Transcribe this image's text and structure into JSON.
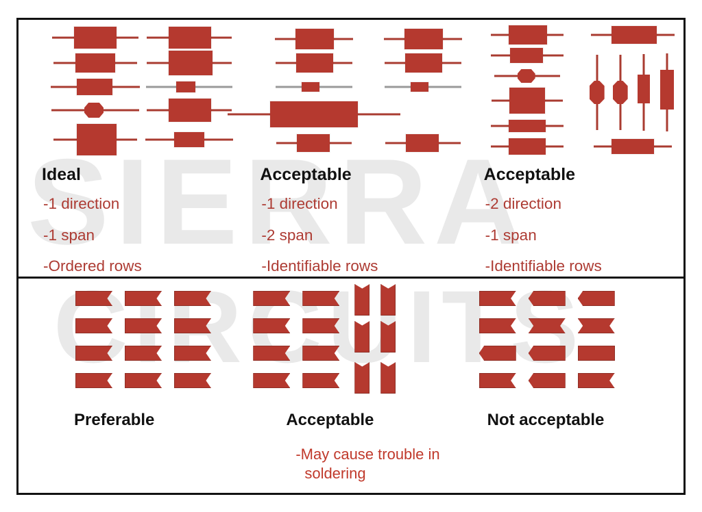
{
  "watermark": {
    "line1": "SIERRA",
    "line2": "CIRCUITS"
  },
  "top_panels": [
    {
      "heading": "Ideal",
      "bullets": [
        "-1 direction",
        "-1 span",
        "-Ordered rows"
      ],
      "columns": [
        {
          "parts": [
            {
              "type": "axial",
              "shape": "rect",
              "body_w": 62,
              "body_h": 32,
              "lead_l": 32,
              "lead_r": 32,
              "lead_color": "#a93b30"
            },
            {
              "type": "axial",
              "shape": "rect",
              "body_w": 58,
              "body_h": 28,
              "lead_l": 32,
              "lead_r": 32,
              "lead_color": "#a93b30"
            },
            {
              "type": "axial",
              "shape": "rect",
              "body_w": 52,
              "body_h": 24,
              "lead_l": 38,
              "lead_r": 40,
              "lead_color": "#a93b30"
            },
            {
              "type": "axial",
              "shape": "oct",
              "body_w": 28,
              "body_h": 22,
              "lead_l": 48,
              "lead_r": 52,
              "lead_color": "#a93b30"
            },
            {
              "type": "axial",
              "shape": "rect",
              "body_w": 58,
              "body_h": 46,
              "lead_l": 34,
              "lead_r": 30,
              "lead_color": "#a93b30"
            }
          ]
        },
        {
          "parts": [
            {
              "type": "axial",
              "shape": "rect",
              "body_w": 62,
              "body_h": 32,
              "lead_l": 32,
              "lead_r": 30,
              "lead_color": "#a93b30"
            },
            {
              "type": "axial",
              "shape": "rect",
              "body_w": 64,
              "body_h": 36,
              "lead_l": 32,
              "lead_r": 28,
              "lead_color": "#a93b30"
            },
            {
              "type": "axial",
              "shape": "rect",
              "body_w": 28,
              "body_h": 16,
              "lead_l": 44,
              "lead_r": 54,
              "lead_color": "#9a9a9a"
            },
            {
              "type": "axial",
              "shape": "rect",
              "body_w": 62,
              "body_h": 34,
              "lead_l": 32,
              "lead_r": 30,
              "lead_color": "#a93b30"
            },
            {
              "type": "axial",
              "shape": "rect",
              "body_w": 44,
              "body_h": 22,
              "lead_l": 42,
              "lead_r": 42,
              "lead_color": "#a93b30"
            }
          ]
        }
      ]
    },
    {
      "heading": "Acceptable",
      "bullets": [
        "-1 direction",
        "-2 span",
        "-Identifiable rows"
      ],
      "columns": [
        {
          "parts": [
            {
              "type": "axial",
              "shape": "rect",
              "body_w": 56,
              "body_h": 30,
              "lead_l": 30,
              "lead_r": 28,
              "lead_color": "#a93b30"
            },
            {
              "type": "axial",
              "shape": "rect",
              "body_w": 54,
              "body_h": 28,
              "lead_l": 30,
              "lead_r": 28,
              "lead_color": "#a93b30"
            },
            {
              "type": "axial",
              "shape": "rect",
              "body_w": 26,
              "body_h": 14,
              "lead_l": 38,
              "lead_r": 48,
              "lead_color": "#9a9a9a"
            },
            {
              "type": "axial",
              "shape": "wide",
              "body_w": 128,
              "body_h": 38,
              "lead_l": 62,
              "lead_r": 62,
              "lead_color": "#a93b30"
            },
            {
              "type": "axial",
              "shape": "rect",
              "body_w": 48,
              "body_h": 26,
              "lead_l": 30,
              "lead_r": 32,
              "lead_color": "#a93b30"
            }
          ]
        },
        {
          "parts": [
            {
              "type": "axial",
              "shape": "rect",
              "body_w": 56,
              "body_h": 30,
              "lead_l": 30,
              "lead_r": 28,
              "lead_color": "#a93b30"
            },
            {
              "type": "axial",
              "shape": "rect",
              "body_w": 54,
              "body_h": 28,
              "lead_l": 30,
              "lead_r": 28,
              "lead_color": "#a93b30"
            },
            {
              "type": "axial",
              "shape": "rect",
              "body_w": 26,
              "body_h": 14,
              "lead_l": 38,
              "lead_r": 48,
              "lead_color": "#9a9a9a"
            },
            {
              "type": "spacer"
            },
            {
              "type": "axial",
              "shape": "rect",
              "body_w": 48,
              "body_h": 26,
              "lead_l": 30,
              "lead_r": 32,
              "lead_color": "#a93b30"
            }
          ]
        }
      ]
    },
    {
      "heading": "Acceptable",
      "bullets": [
        "-2 direction",
        "-1 span",
        "-Identifiable rows"
      ],
      "columns": [
        {
          "parts": [
            {
              "type": "axial",
              "shape": "rect",
              "body_w": 56,
              "body_h": 28,
              "lead_l": 26,
              "lead_r": 24,
              "lead_color": "#a93b30"
            },
            {
              "type": "axial",
              "shape": "rect",
              "body_w": 48,
              "body_h": 22,
              "lead_l": 28,
              "lead_r": 30,
              "lead_color": "#a93b30"
            },
            {
              "type": "axial",
              "shape": "oct",
              "body_w": 26,
              "body_h": 20,
              "lead_l": 34,
              "lead_r": 36,
              "lead_color": "#a93b30"
            },
            {
              "type": "axial",
              "shape": "rect",
              "body_w": 52,
              "body_h": 38,
              "lead_l": 26,
              "lead_r": 26,
              "lead_color": "#a93b30"
            },
            {
              "type": "axial",
              "shape": "rect",
              "body_w": 54,
              "body_h": 18,
              "lead_l": 26,
              "lead_r": 26,
              "lead_color": "#a93b30"
            },
            {
              "type": "axial",
              "shape": "rect",
              "body_w": 54,
              "body_h": 24,
              "lead_l": 26,
              "lead_r": 26,
              "lead_color": "#a93b30"
            }
          ]
        },
        {
          "parts": [
            {
              "type": "axial",
              "shape": "rect",
              "body_w": 66,
              "body_h": 26,
              "lead_l": 30,
              "lead_r": 26,
              "lead_color": "#a93b30"
            },
            {
              "type": "vertical_group",
              "items": [
                {
                  "shape": "oct",
                  "body_w": 22,
                  "body_h": 34,
                  "lead_t": 38,
                  "lead_b": 38
                },
                {
                  "shape": "oct",
                  "body_w": 22,
                  "body_h": 34,
                  "lead_t": 38,
                  "lead_b": 38
                },
                {
                  "shape": "rect",
                  "body_w": 18,
                  "body_h": 42,
                  "lead_t": 30,
                  "lead_b": 40
                },
                {
                  "shape": "rect",
                  "body_w": 20,
                  "body_h": 58,
                  "lead_t": 24,
                  "lead_b": 32
                }
              ]
            },
            {
              "type": "axial",
              "shape": "rect",
              "body_w": 62,
              "body_h": 22,
              "lead_l": 26,
              "lead_r": 26,
              "lead_color": "#a93b30"
            }
          ]
        }
      ]
    }
  ],
  "bottom_panels": [
    {
      "heading": "Preferable",
      "note": null,
      "note_line2": null,
      "grid": [
        [
          "n-right",
          "n-right",
          "n-right"
        ],
        [
          "n-right",
          "n-right",
          "n-right"
        ],
        [
          "n-right",
          "n-right",
          "n-right"
        ],
        [
          "n-right",
          "n-right",
          "n-right"
        ]
      ]
    },
    {
      "heading": "Acceptable",
      "note": "-May cause trouble in",
      "note_line2": "soldering",
      "grid": [
        [
          "n-right",
          "n-right"
        ],
        [
          "n-right",
          "n-right"
        ],
        [
          "n-right",
          "n-right"
        ],
        [
          "n-right",
          "n-right"
        ]
      ],
      "vertical_grid": [
        [
          "v-up",
          "v-up"
        ],
        [
          "v-up",
          "v-up"
        ],
        [
          "v-up",
          "v-up"
        ]
      ]
    },
    {
      "heading": "Not acceptable",
      "note": null,
      "note_line2": null,
      "grid": [
        [
          "n-right",
          "n-left",
          "n-left"
        ],
        [
          "n-right",
          "n-both",
          "n-both"
        ],
        [
          "n-left",
          "n-left",
          "n-plain"
        ],
        [
          "n-right",
          "n-left",
          "n-right"
        ]
      ]
    }
  ],
  "colors": {
    "part_fill": "#b5392f",
    "lead": "#a93b30",
    "lead_grey": "#9a9a9a",
    "bullet_text": "#ad3b33",
    "note_text": "#c0392b",
    "heading_text": "#111111",
    "frame": "#111111",
    "watermark": "#e9e9e9",
    "background": "#ffffff"
  }
}
